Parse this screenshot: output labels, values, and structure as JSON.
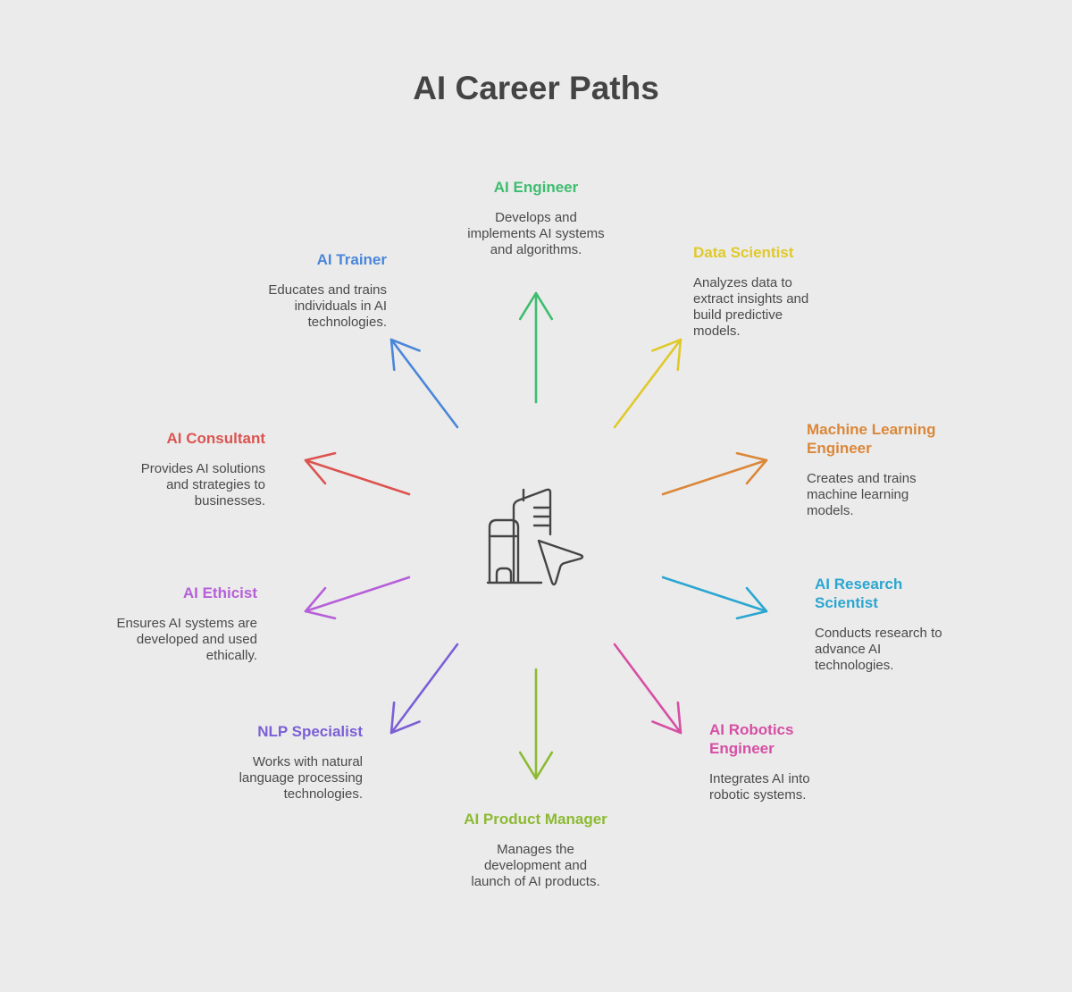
{
  "title": "AI Career Paths",
  "center_icon": "city-with-cursor-icon",
  "nodes": [
    {
      "id": "ai-engineer",
      "label": "AI Engineer",
      "description": "Develops and implements AI systems and algorithms.",
      "color": "#3dbd6e"
    },
    {
      "id": "data-scientist",
      "label": "Data Scientist",
      "description": "Analyzes data to extract insights and build predictive models.",
      "color": "#e0c92a"
    },
    {
      "id": "machine-learning-engineer",
      "label": "Machine Learning Engineer",
      "description": "Creates and trains machine learning models.",
      "color": "#db8739"
    },
    {
      "id": "ai-research-scientist",
      "label": "AI Research Scientist",
      "description": "Conducts research to advance AI technologies.",
      "color": "#2ba6d1"
    },
    {
      "id": "ai-robotics-engineer",
      "label": "AI Robotics Engineer",
      "description": "Integrates AI into robotic systems.",
      "color": "#d64fa4"
    },
    {
      "id": "ai-product-manager",
      "label": "AI Product Manager",
      "description": "Manages the development and launch of AI products.",
      "color": "#8cba32"
    },
    {
      "id": "nlp-specialist",
      "label": "NLP Specialist",
      "description": "Works with natural language processing technologies.",
      "color": "#7a5fd6"
    },
    {
      "id": "ai-ethicist",
      "label": "AI Ethicist",
      "description": "Ensures AI systems are developed and used ethically.",
      "color": "#b65fd9"
    },
    {
      "id": "ai-consultant",
      "label": "AI Consultant",
      "description": "Provides AI solutions and strategies to businesses.",
      "color": "#dc534f"
    },
    {
      "id": "ai-trainer",
      "label": "AI Trainer",
      "description": "Educates and trains individuals in AI technologies.",
      "color": "#4a86d9"
    }
  ]
}
